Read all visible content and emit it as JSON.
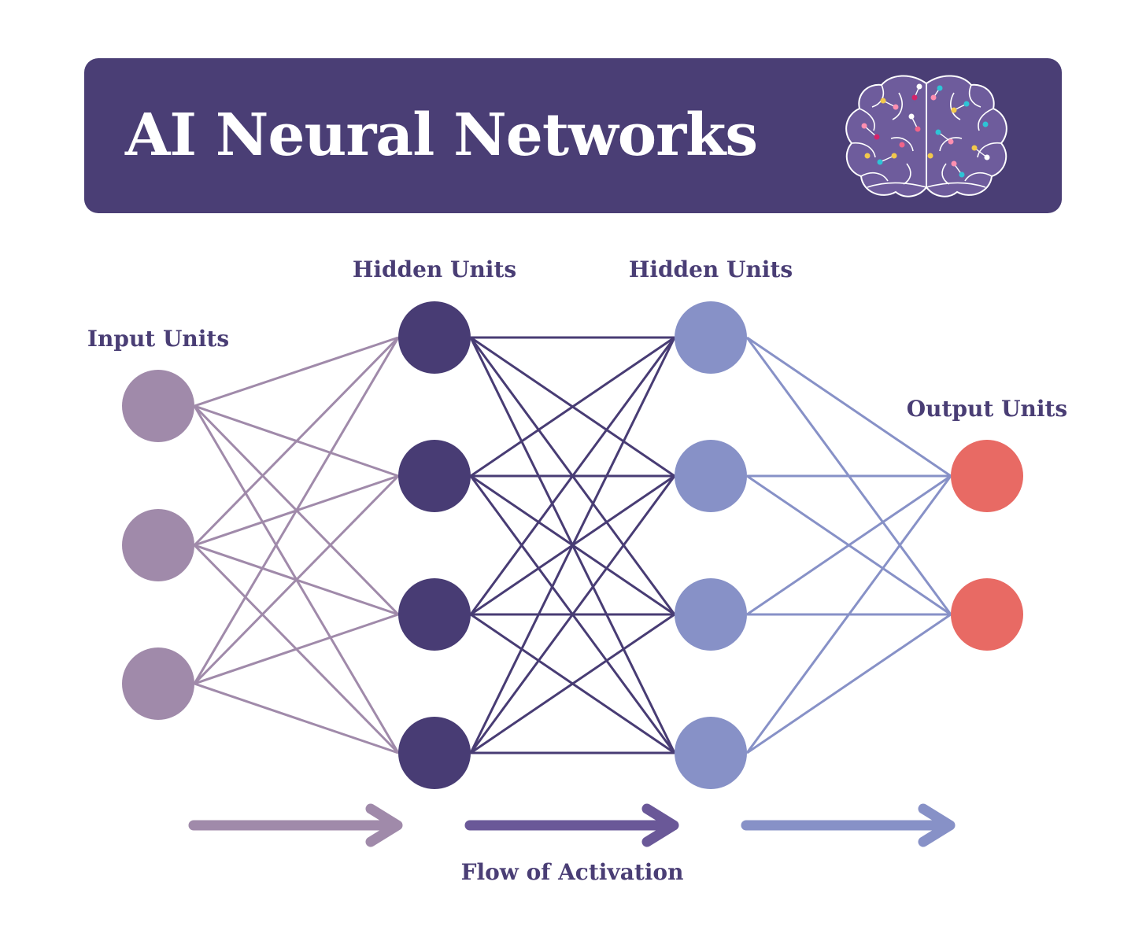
{
  "title": "AI Neural Networks",
  "icons": {
    "banner": "brain-circuit-icon"
  },
  "layers": [
    {
      "label": "Input Units",
      "units": 3,
      "color": "#a08aaa"
    },
    {
      "label": "Hidden Units",
      "units": 4,
      "color": "#483c74"
    },
    {
      "label": "Hidden Units",
      "units": 4,
      "color": "#8791c7"
    },
    {
      "label": "Output Units",
      "units": 2,
      "color": "#e86a64"
    }
  ],
  "connection_colors": [
    "#a08aaa",
    "#483c74",
    "#8791c7"
  ],
  "arrow_colors": [
    "#a08aaa",
    "#6a5898",
    "#8791c7"
  ],
  "flow_label": "Flow of Activation"
}
